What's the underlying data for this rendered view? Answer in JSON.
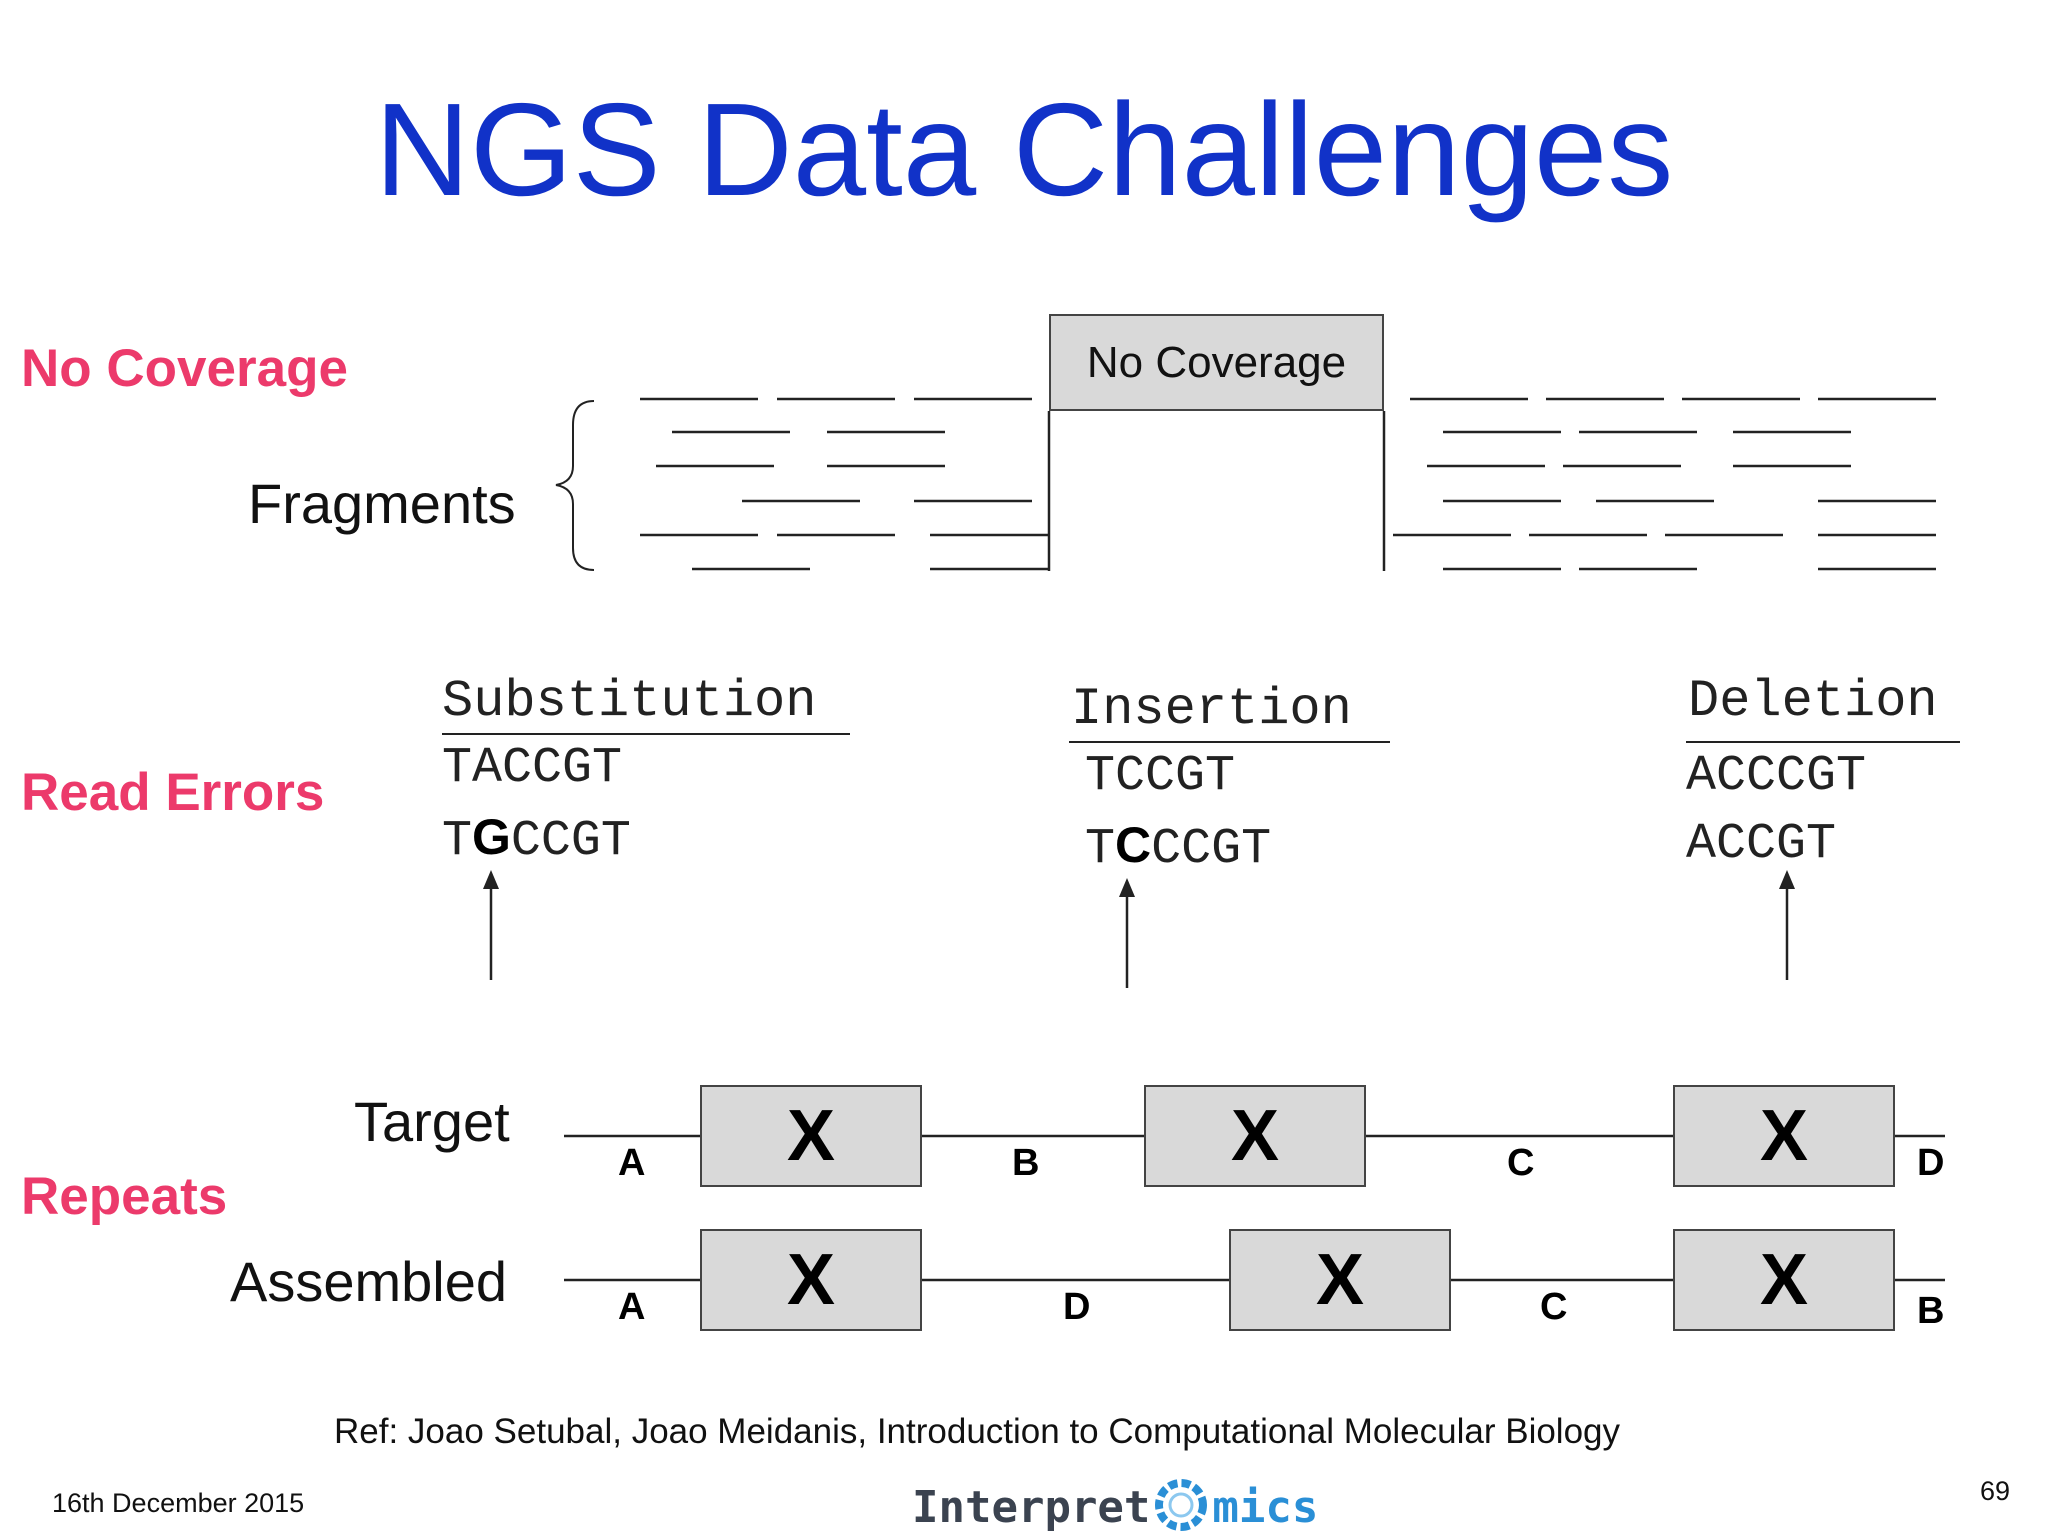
{
  "slide": {
    "title": "NGS Data Challenges",
    "date": "16th December 2015",
    "page_number": "69",
    "reference": "Ref: Joao Setubal, Joao Meidanis, Introduction to Computational Molecular Biology",
    "logo": {
      "text_before": "Interpret",
      "text_after": "mics",
      "icon": "circle-o-logo-icon"
    }
  },
  "no_coverage": {
    "section_label": "No Coverage",
    "fragments_label": "Fragments",
    "gap_label": "No Coverage"
  },
  "read_errors": {
    "section_label": "Read Errors",
    "substitution": {
      "header": "Substitution",
      "line1": "TACCGT",
      "line2_pre": "T",
      "line2_bold": "G",
      "line2_post": "CCGT"
    },
    "insertion": {
      "header": "Insertion",
      "line1": "TCCGT",
      "line2_pre": "T",
      "line2_bold": "C",
      "line2_post": "CCGT"
    },
    "deletion": {
      "header": "Deletion",
      "line1": "ACCCGT",
      "line2": "ACCGT"
    }
  },
  "repeats": {
    "section_label": "Repeats",
    "target": {
      "label": "Target",
      "repeat": "X",
      "segments": [
        "A",
        "B",
        "C",
        "D"
      ]
    },
    "assembled": {
      "label": "Assembled",
      "repeat": "X",
      "segments": [
        "A",
        "D",
        "C",
        "B"
      ]
    }
  },
  "colors": {
    "title": "#1132c8",
    "section_label": "#ec3a6b",
    "box_fill": "#d9d9d9"
  }
}
